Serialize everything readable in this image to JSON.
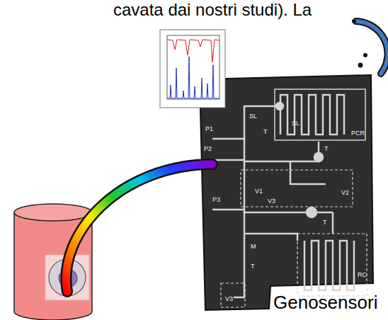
{
  "diagram": {
    "labels": [
      "cavata dai nostri studi). La",
      "Genosensori",
      "PCR",
      "SL",
      "T",
      "P1",
      "P2",
      "V1",
      "V2",
      "P3",
      "V3",
      "T",
      "M",
      "T",
      "RC",
      "V3",
      "SL",
      "T"
    ]
  }
}
